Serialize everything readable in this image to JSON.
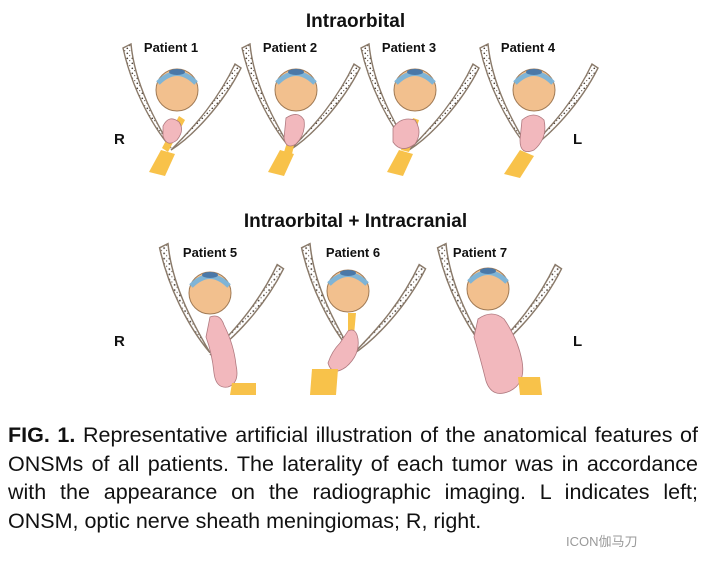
{
  "headings": {
    "top": "Intraorbital",
    "bottom": "Intraorbital + Intracranial"
  },
  "patients": [
    "Patient 1",
    "Patient 2",
    "Patient 3",
    "Patient 4",
    "Patient 5",
    "Patient 6",
    "Patient 7"
  ],
  "sides": {
    "right": "R",
    "left": "L"
  },
  "caption": {
    "fig_label": "FIG. 1.",
    "text": " Representative artificial illustration of the anatomical features of ONSMs of all patients. The laterality of each tumor was in accordance with the appearance on the radiographic imaging. L indicates left; ONSM, optic nerve sheath meningiomas; R, right."
  },
  "watermark": "ICON伽马刀",
  "colors": {
    "eye": "#f2c08e",
    "cornea": "#7fb4d6",
    "nerve": "#f8c24a",
    "tumor": "#f2b8bd",
    "bone": "#8a7a6a"
  }
}
